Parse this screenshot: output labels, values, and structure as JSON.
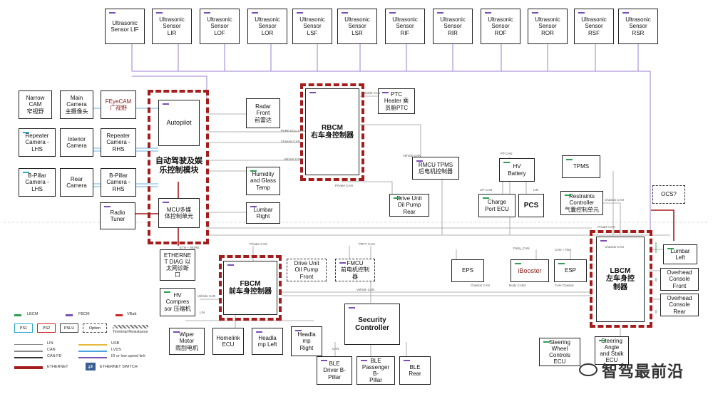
{
  "ultrasonic": [
    {
      "id": "u1",
      "label": "Ultrasonic\nSensor LIF"
    },
    {
      "id": "u2",
      "label": "Ultrasonic\nSensor\nLIR"
    },
    {
      "id": "u3",
      "label": "Ultrasonic\nSensor\nLOF"
    },
    {
      "id": "u4",
      "label": "Ultrasonic\nSensor\nLOR"
    },
    {
      "id": "u5",
      "label": "Ultrasonic\nSensor\nLSF"
    },
    {
      "id": "u6",
      "label": "Ultrasonic\nSensor\nLSR"
    },
    {
      "id": "u7",
      "label": "Ultrasonic\nSensor\nRIF"
    },
    {
      "id": "u8",
      "label": "Ultrasonic\nSensor\nRIR"
    },
    {
      "id": "u9",
      "label": "Ultrasonic\nSensor\nROF"
    },
    {
      "id": "u10",
      "label": "Ultrasonic\nSensor\nROR"
    },
    {
      "id": "u11",
      "label": "Ultrasonic\nSensor\nRSF"
    },
    {
      "id": "u12",
      "label": "Ultrasonic\nSensor\nRSR"
    }
  ],
  "cameras": {
    "narrow_cam": "Narrow\nCAM\n窄视野",
    "main_cam": "Main\nCamera\n主摄像头",
    "feye_cam": "FEyeCAM\n广视野",
    "repeater_lhs": "Repeater\nCamera -\nLHS",
    "interior_cam": "Interior\nCamera",
    "repeater_rhs": "Repeater\nCamera -\nRHS",
    "bpillar_lhs": "B-Pillar\nCamera -\nLHS",
    "rear_cam": "Rear\nCamera",
    "bpillar_rhs": "B-Pillar\nCamera -\nRHS"
  },
  "nodes": {
    "radio_tuner": "Radio\nTuner",
    "autopilot": "Autopilot",
    "infotainment": "自动驾驶及娱\n乐控制模块",
    "mcu": "MCU多媒\n体控制单元",
    "radar_front": "Radar\nFront\n前雷达",
    "humidity": "Humidity\nand Glass\nTemp",
    "lumbar_right": "Lumbar\nRight",
    "rbcm": "RBCM\n右车身控制器",
    "ptc_heater": "PTC\nHeater 乘\n员舱PTC",
    "rmcu_tpms": "RMCU TPMS\n后电机控制器",
    "drive_unit_rear": "Drive Unit\nOil Pump\nRear",
    "hv_battery": "HV\nBattery",
    "charge_port": "Charge\nPort ECU",
    "pcs": "PCS",
    "tpms": "TPMS",
    "restraints": "Restraints\nController\n气囊控制单元",
    "ocs": "OCS?",
    "ethernet_diag": "ETHERNE\nT DIAG 以\n太网诊断\n口",
    "fbcm": "FBCM\n前车身控制器",
    "drive_unit_front": "Drive Unit\nOil Pump\nFront",
    "fmcu": "FMCU\n前电机控制\n器",
    "eps": "EPS",
    "ibooster": "iBooster",
    "esp": "ESP",
    "lbcm": "LBCM\n左车身控\n制器",
    "lumbar_left": "Lumbar\nLeft",
    "overhead_front": "Overhead\nConsole\nFront",
    "overhead_rear": "Overhead\nConsole\nRear",
    "hv_compressor": "HV\nCompres\nsor 压缩机",
    "wiper_motor": "Wiper\nMotor\n雨刮电机",
    "homelink": "Homelink\nECU",
    "headlamp_left": "Headla\nmp Left",
    "headlamp_right": "Headla\nmp\nRight",
    "security_controller": "Security\nController",
    "ble_driver": "BLE\nDriver B-\nPillar",
    "ble_passenger": "BLE\nPassenger B-\nPillar",
    "ble_rear": "BLE\nRear",
    "steering_wheel": "Steering\nWheel\nControls\nECU",
    "steering_angle": "Steering\nAngle\nand Stalk\nECU"
  },
  "wire_labels": {
    "vehicle_can_1": "Vehicle CAN",
    "park_ecu_can": "PARK ECU CAN",
    "chassis_can_1": "Chassis CAN",
    "vehicle_can_2": "Vehicle CAN",
    "private_can_1": "Private CAN",
    "pt_can": "PT-CAN",
    "cp_can": "CP-CAN",
    "lin_1": "LIN",
    "chassis_can_2": "Chassis CAN",
    "private_can_2": "Private CAN",
    "private_can_3": "Private CAN",
    "prty_can": "PRTY CAN",
    "party_can": "Party_CAN",
    "can_tsm": "CAN + Tsm",
    "chassis_can_3": "Chassis CAN",
    "body_can2": "Body CAN2",
    "can_chassis": "CAN Chassis",
    "vehicle_can_3": "Vehicle CAN",
    "vehicle_can_4": "Vehicle CAN",
    "lin_2": "LIN",
    "eth_diag": "ETH + MORE",
    "can_ble": "CAN",
    "chassis_can_4": "Chassis CAN",
    "vehicle_can_5": "Vehicle CAN"
  },
  "legend": {
    "lbcm": "LBCM",
    "fbcm": "FBCM",
    "vbatt": "VBatt",
    "ps1": "PS1",
    "ps2": "PS2",
    "pslu": "PSLU",
    "option": "Option",
    "terminal_resistance": "Terminal Resistance",
    "lin": "LIN",
    "can": "CAN",
    "can_fd": "CAN FD",
    "usb": "USB",
    "lvds": "LVDS",
    "id_low_speed": "ID or low speed link",
    "ethernet": "ETHERNET",
    "ethernet_switch": "ETHERNET SWITCH"
  },
  "colors": {
    "lbcm": "#2e9e4f",
    "fbcm": "#7a4fb5",
    "vbatt": "#d32020",
    "ps1": "#2aa9c9",
    "ps2": "#d32020",
    "lin": "#8a8a8a",
    "can": "#8a8a8a",
    "can_fd": "#333333",
    "usb": "#e5b93a",
    "lvds": "#4aa3df",
    "id_low_speed": "#7a4fb5",
    "ethernet": "#a51c1c",
    "zone": "#a51c1c"
  },
  "watermark": "智驾最前沿"
}
